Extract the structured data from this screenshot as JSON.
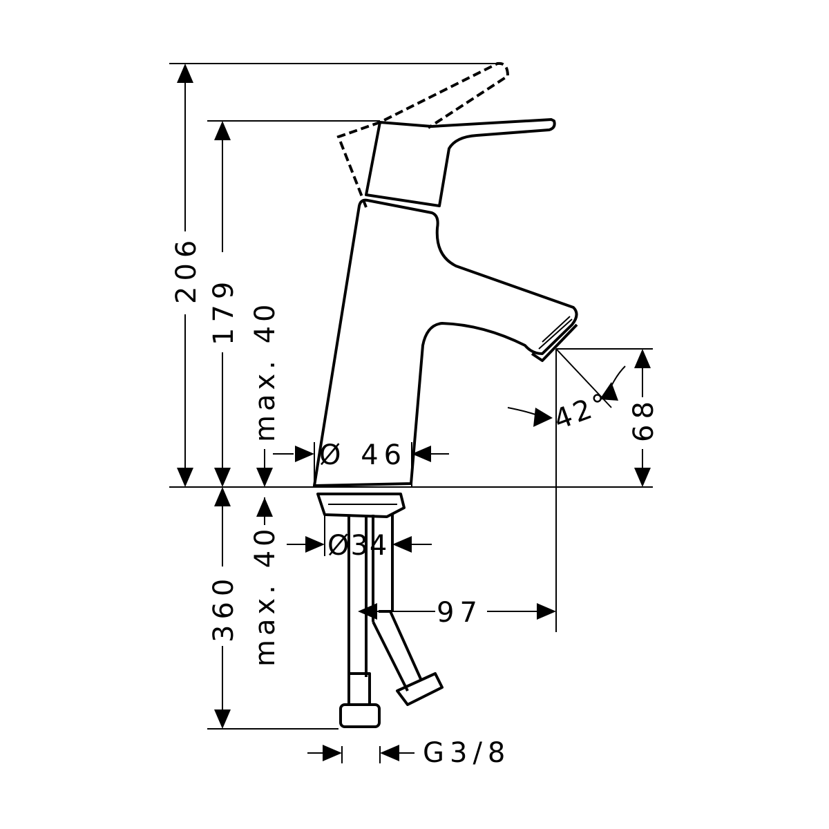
{
  "title": "Basin mixer dimension drawing",
  "dimensions": {
    "total_height_lever_open": "206",
    "height_body": "179",
    "max_deck_thickness_top": "max. 40",
    "body_diameter": "Ø 46",
    "spout_angle": "42°",
    "spout_height": "68",
    "shank_diameter": "Ø34",
    "max_deck_thickness_bottom": "max. 40",
    "hose_length": "360",
    "spout_reach": "97",
    "connection_thread": "G3/8"
  }
}
